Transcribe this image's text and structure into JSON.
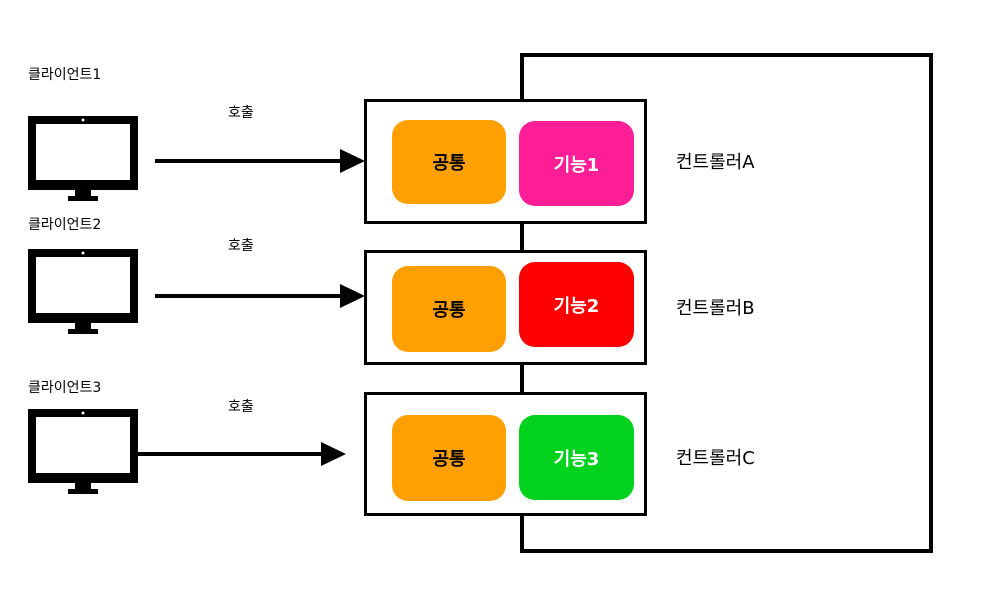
{
  "colors": {
    "common": "#FFA000",
    "feature1": "#FF1E96",
    "feature2": "#FF0000",
    "feature3": "#00D21E",
    "line": "#000000"
  },
  "clients": [
    {
      "label": "클라이언트1",
      "call": "호출",
      "icon": "monitor-icon"
    },
    {
      "label": "클라이언트2",
      "call": "호출",
      "icon": "monitor-icon"
    },
    {
      "label": "클라이언트3",
      "call": "호출",
      "icon": "monitor-icon"
    }
  ],
  "controllers": [
    {
      "label": "컨트롤러A",
      "common": "공통",
      "feature": "기능1"
    },
    {
      "label": "컨트롤러B",
      "common": "공통",
      "feature": "기능2"
    },
    {
      "label": "컨트롤러C",
      "common": "공통",
      "feature": "기능3"
    }
  ]
}
